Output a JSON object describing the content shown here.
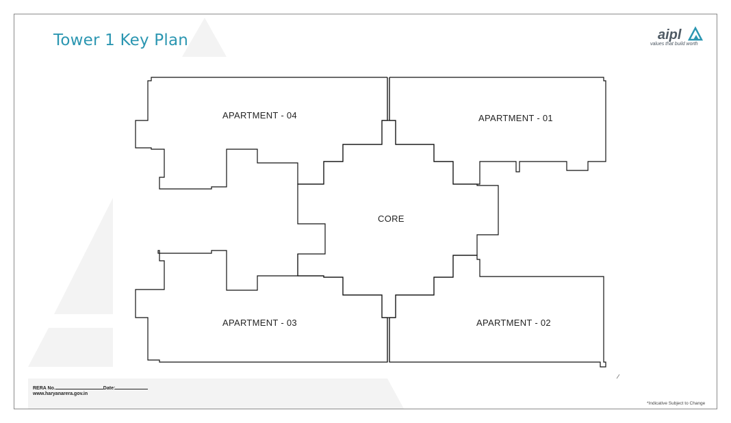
{
  "header": {
    "title": "Tower 1 Key Plan"
  },
  "logo": {
    "wordmark": "aipl",
    "tagline": "values that build worth",
    "color": "#2b96b1"
  },
  "plan": {
    "apartment_04": "APARTMENT - 04",
    "apartment_01": "APARTMENT - 01",
    "core": "CORE",
    "apartment_03": "APARTMENT - 03",
    "apartment_02": "APARTMENT - 02"
  },
  "footer": {
    "rera_label": "RERA No.",
    "date_label": "Date:",
    "website": "www.haryanarera.gov.in",
    "disclaimer": "*Indicative Subject to Change"
  },
  "colors": {
    "accent": "#2b96b1",
    "watermark": "#f2f2f2",
    "line": "#111111"
  }
}
